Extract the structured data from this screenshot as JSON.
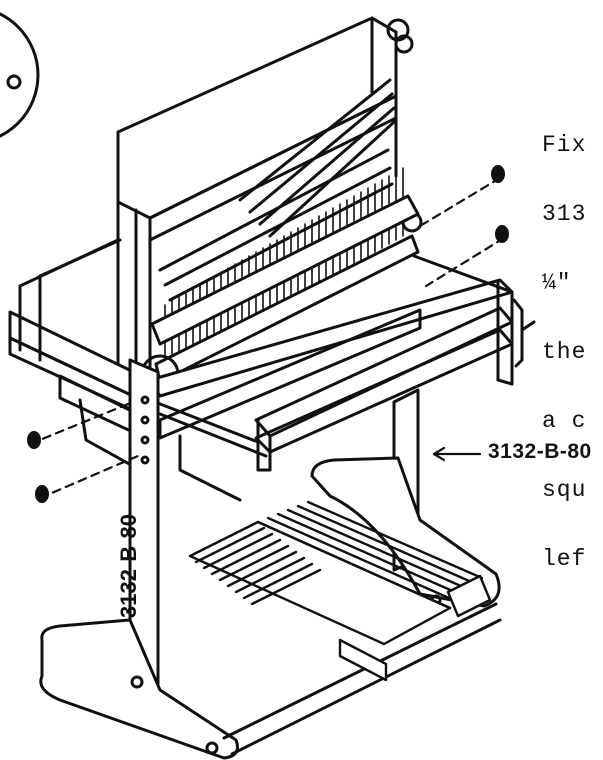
{
  "instructions": {
    "lines": [
      "Fix",
      "313",
      "¼\" ",
      "the",
      "a c",
      "squ",
      "lef"
    ]
  },
  "labels": {
    "callout_part": "3132-B-80",
    "leg_part": "3132-B-80"
  },
  "colors": {
    "ink": "#111111",
    "paper": "#ffffff"
  }
}
